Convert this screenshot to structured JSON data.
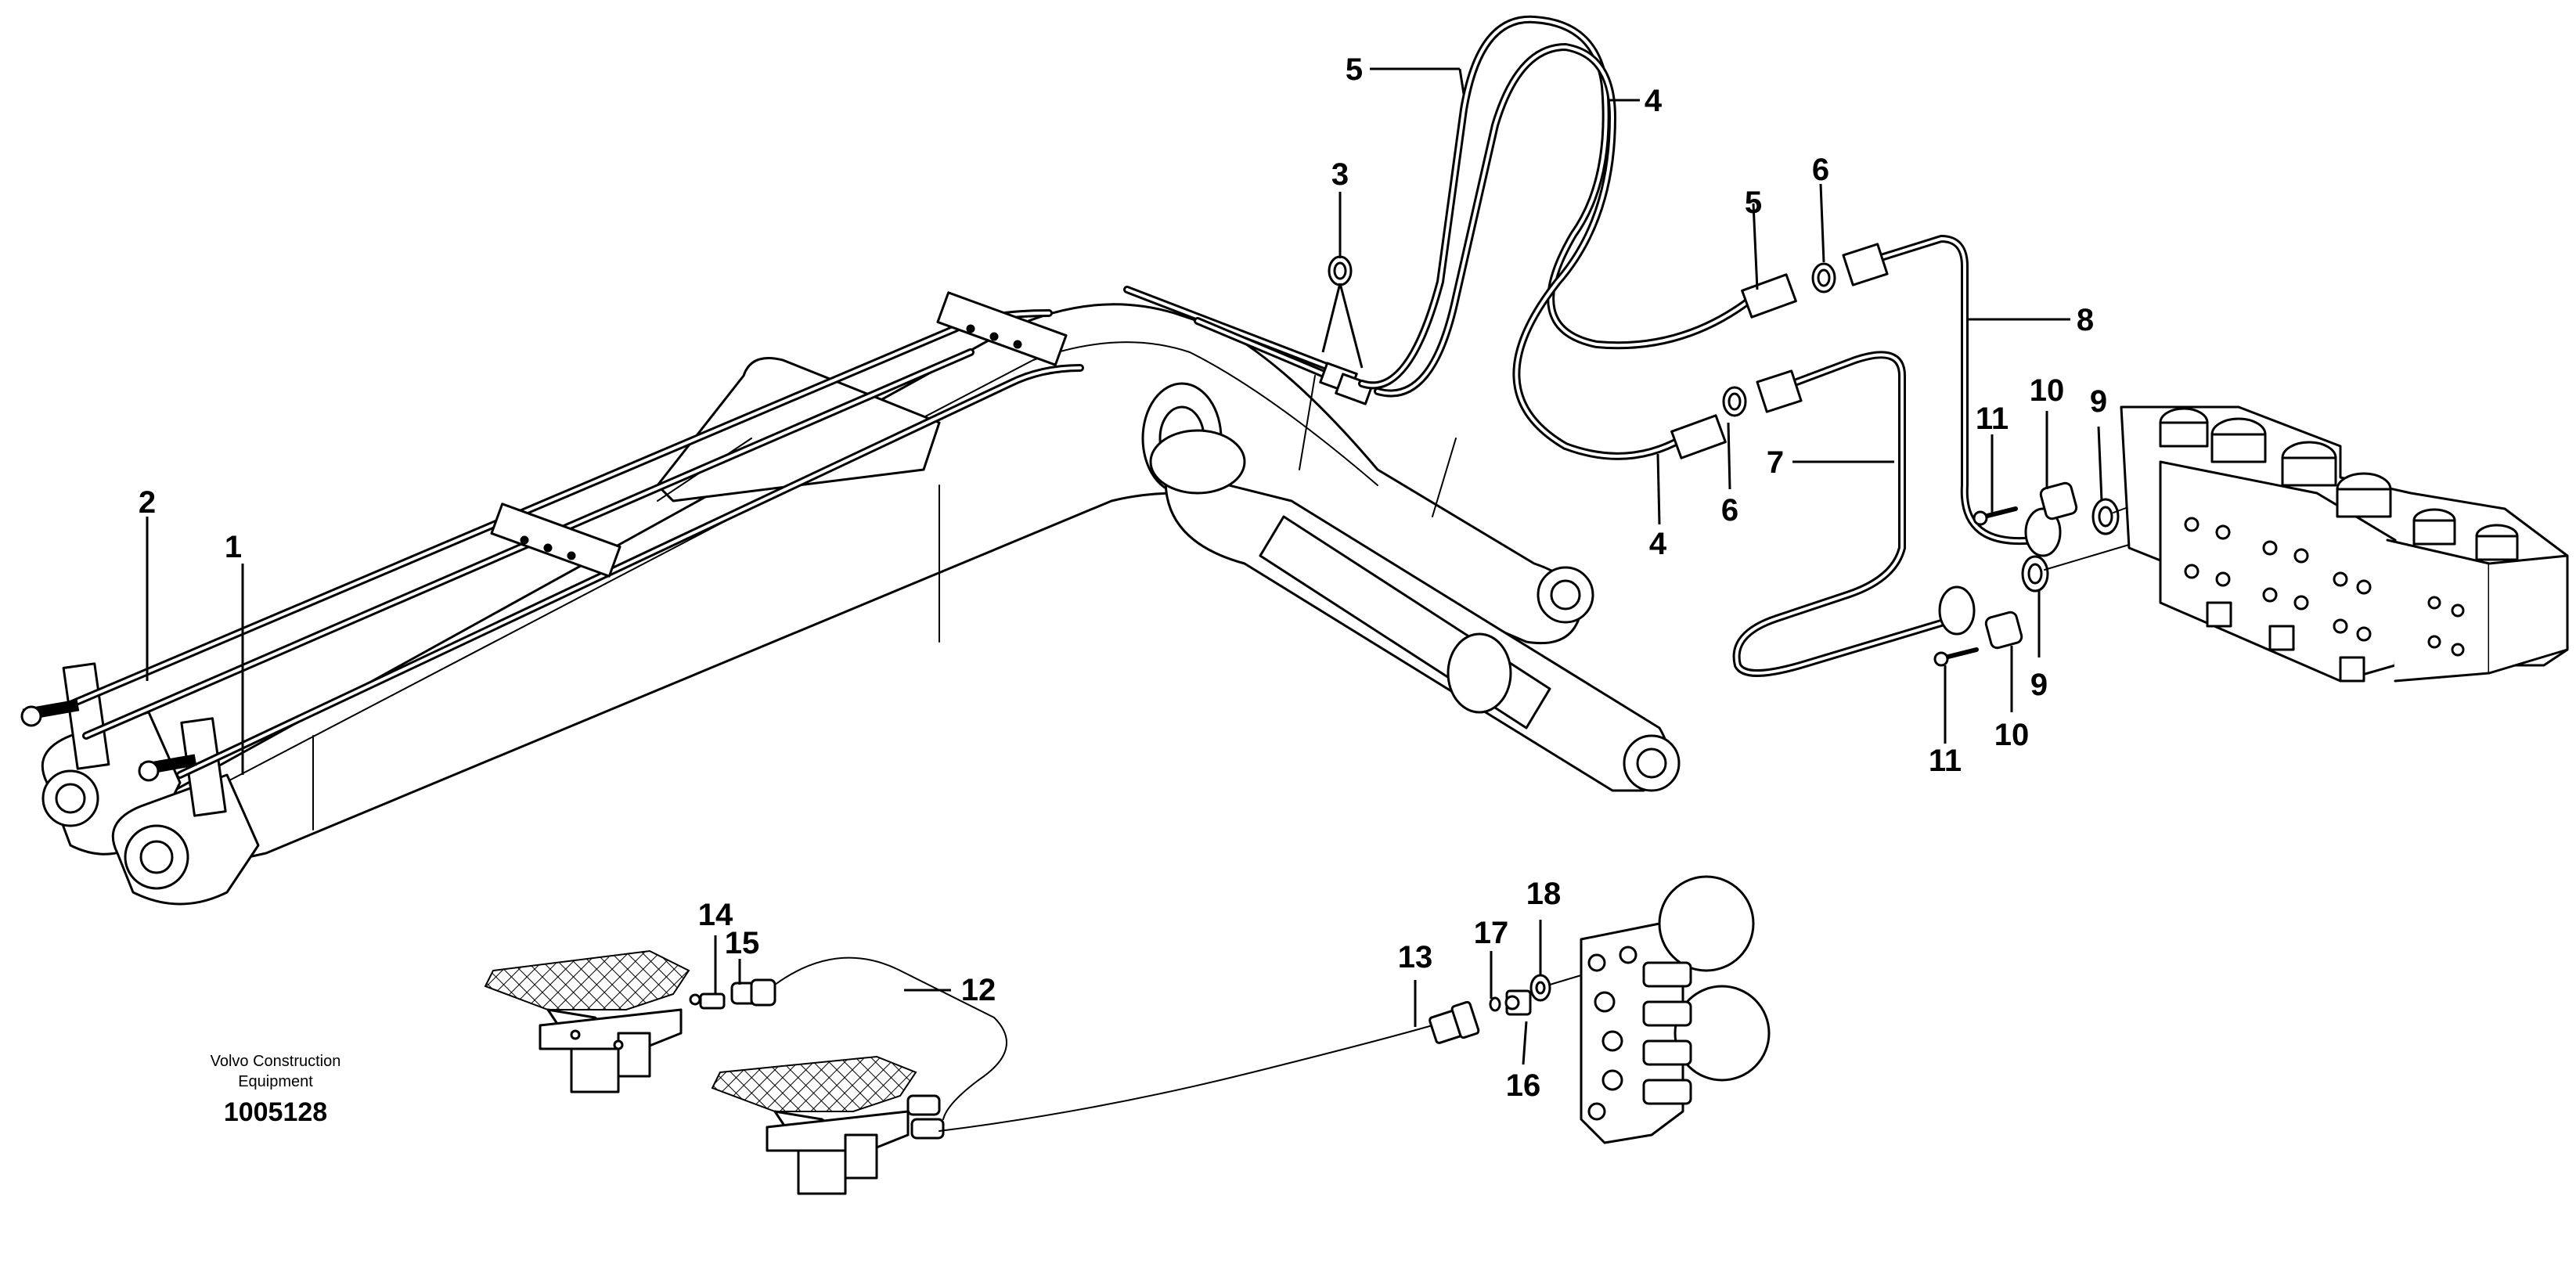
{
  "document": {
    "company_line1": "Volvo Construction",
    "company_line2": "Equipment",
    "illustration_number": "1005128"
  },
  "callouts": {
    "c1": "1",
    "c2": "2",
    "c3": "3",
    "c4a": "4",
    "c4b": "4",
    "c5a": "5",
    "c5b": "5",
    "c6a": "6",
    "c6b": "6",
    "c7": "7",
    "c8": "8",
    "c9a": "9",
    "c9b": "9",
    "c10a": "10",
    "c10b": "10",
    "c11a": "11",
    "c11b": "11",
    "c12": "12",
    "c13": "13",
    "c14": "14",
    "c15": "15",
    "c16": "16",
    "c17": "17",
    "c18": "18"
  },
  "colors": {
    "ink": "#000000",
    "paper": "#ffffff"
  }
}
